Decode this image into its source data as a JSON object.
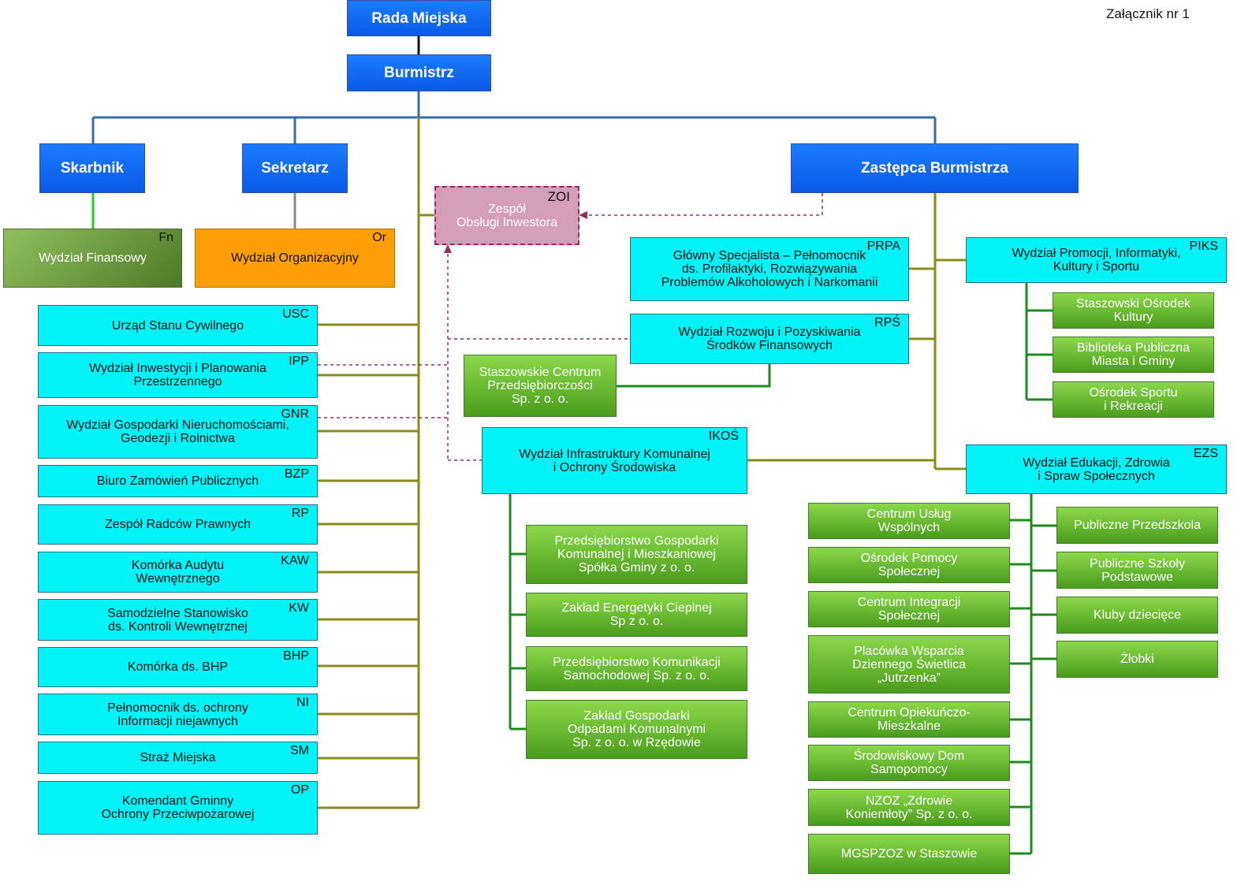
{
  "attachment_label": "Załącznik nr 1",
  "boxes": {
    "rada": {
      "label": "Rada Miejska"
    },
    "burmistrz": {
      "label": "Burmistrz"
    },
    "skarbnik": {
      "label": "Skarbnik"
    },
    "sekretarz": {
      "label": "Sekretarz"
    },
    "zastepca": {
      "label": "Zastępca Burmistrza"
    },
    "finansowy": {
      "label": "Wydział Finansowy",
      "code": "Fn"
    },
    "organizacyjny": {
      "label": "Wydział Organizacyjny",
      "code": "Or"
    },
    "zoi": {
      "label": "Zespół\nObsługi Inwestora",
      "code": "ZOI"
    },
    "usc": {
      "label": "Urząd Stanu Cywilnego",
      "code": "USC"
    },
    "ipp": {
      "label": "Wydział Inwestycji i Planowania\nPrzestrzennego",
      "code": "IPP"
    },
    "gnr": {
      "label": "Wydział Gospodarki Nieruchomościami,\nGeodezji i Rolnictwa",
      "code": "GNR"
    },
    "bzp": {
      "label": "Biuro Zamówień Publicznych",
      "code": "BZP"
    },
    "rp": {
      "label": "Zespół Radców Prawnych",
      "code": "RP"
    },
    "kaw": {
      "label": "Komórka Audytu\nWewnętrznego",
      "code": "KAW"
    },
    "kw": {
      "label": "Samodzielne Stanowisko\nds. Kontroli Wewnętrznej",
      "code": "KW"
    },
    "bhp": {
      "label": "Komórka ds. BHP",
      "code": "BHP"
    },
    "ni": {
      "label": "Pełnomocnik ds. ochrony\nInformacji niejawnych",
      "code": "NI"
    },
    "sm": {
      "label": "Straż Miejska",
      "code": "SM"
    },
    "op": {
      "label": "Komendant Gminny\nOchrony Przeciwpożarowej",
      "code": "OP"
    },
    "prpa": {
      "label": "Główny Specjalista – Pełnomocnik\nds. Profilaktyki, Rozwiązywania\nProblemów Alkoholowych i Narkomanii",
      "code": "PRPA"
    },
    "rps": {
      "label": "Wydział Rozwoju i Pozyskiwania\nŚrodków Finansowych",
      "code": "RPŚ"
    },
    "scp": {
      "label": "Staszowskie Centrum\nPrzedsiębiorczości\nSp. z o. o."
    },
    "ikos": {
      "label": "Wydział Infrastruktury Komunalnej\ni Ochrony Środowiska",
      "code": "IKOŚ"
    },
    "pgkim": {
      "label": "Przedsiębiorstwo Gospodarki\nKomunalnej i Mieszkaniowej\nSpółka Gminy z o. o."
    },
    "zec": {
      "label": "Zakład Energetyki Cieplnej\nSp z o. o."
    },
    "pks": {
      "label": "Przedsiębiorstwo Komunikacji\nSamochodowej Sp. z o. o."
    },
    "zgo": {
      "label": "Zakład Gospodarki\nOdpadami Komunalnymi\nSp. z o. o. w Rzędowie"
    },
    "piks": {
      "label": "Wydział Promocji, Informatyki,\nKultury i Sportu",
      "code": "PIKS"
    },
    "sok": {
      "label": "Staszowski Ośrodek\nKultury"
    },
    "bp": {
      "label": "Biblioteka Publiczna\nMiasta i Gminy"
    },
    "osir": {
      "label": "Ośrodek Sportu\ni Rekreacji"
    },
    "ezs": {
      "label": "Wydział Edukacji, Zdrowia\ni Spraw Społecznych",
      "code": "EZS"
    },
    "cuw": {
      "label": "Centrum Usług\nWspólnych"
    },
    "ops": {
      "label": "Ośrodek Pomocy\nSpołecznej"
    },
    "cis": {
      "label": "Centrum Integracji\nSpołecznej"
    },
    "pwd": {
      "label": "Placówka Wsparcia\nDziennego Świetlica\n„Jutrzenka”"
    },
    "com": {
      "label": "Centrum Opiekuńczo-\nMieszkalne"
    },
    "sds": {
      "label": "Środowiskowy Dom\nSamopomocy"
    },
    "nzoz": {
      "label": "NZOZ „Zdrowie\nKoniemłoty” Sp. z o. o."
    },
    "mgspzoz": {
      "label": "MGSPZOZ w Staszowie"
    },
    "pp": {
      "label": "Publiczne Przedszkola"
    },
    "psp": {
      "label": "Publiczne Szkoły\nPodstawowe"
    },
    "kd": {
      "label": "Kluby dziecięce"
    },
    "zl": {
      "label": "Żłobki"
    }
  }
}
